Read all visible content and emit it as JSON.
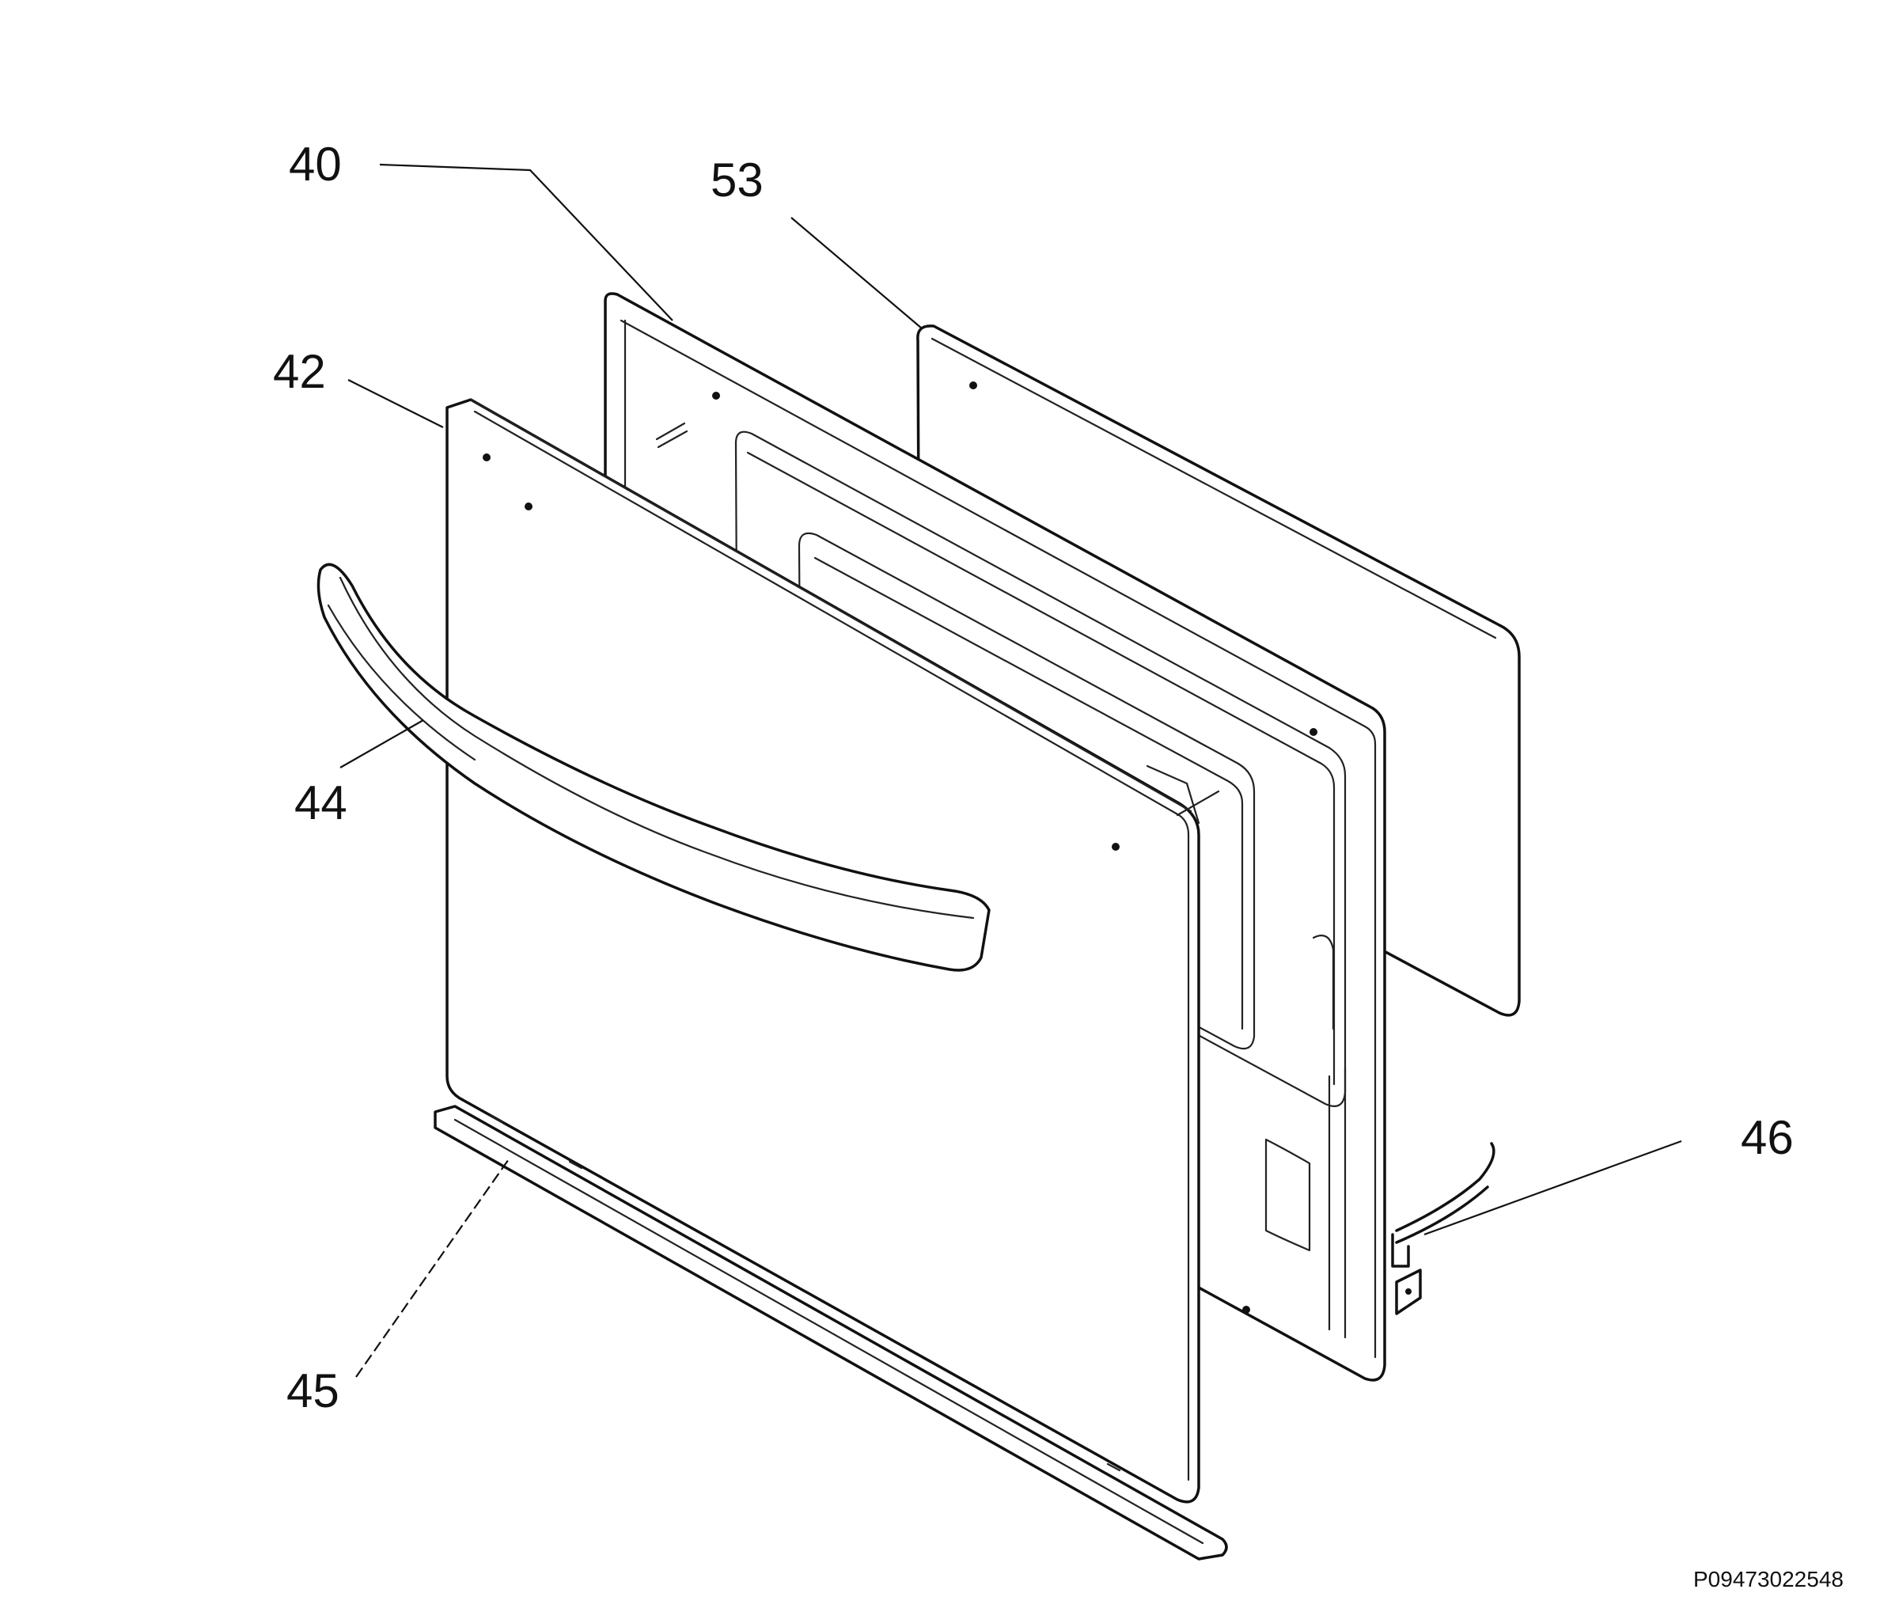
{
  "diagram": {
    "callouts": [
      {
        "id": "40",
        "label": "40"
      },
      {
        "id": "53",
        "label": "53"
      },
      {
        "id": "42",
        "label": "42"
      },
      {
        "id": "44",
        "label": "44"
      },
      {
        "id": "46",
        "label": "46"
      },
      {
        "id": "45",
        "label": "45"
      }
    ],
    "reference_code": "P09473022548",
    "colors": {
      "line": "#111111",
      "background": "#ffffff"
    }
  }
}
